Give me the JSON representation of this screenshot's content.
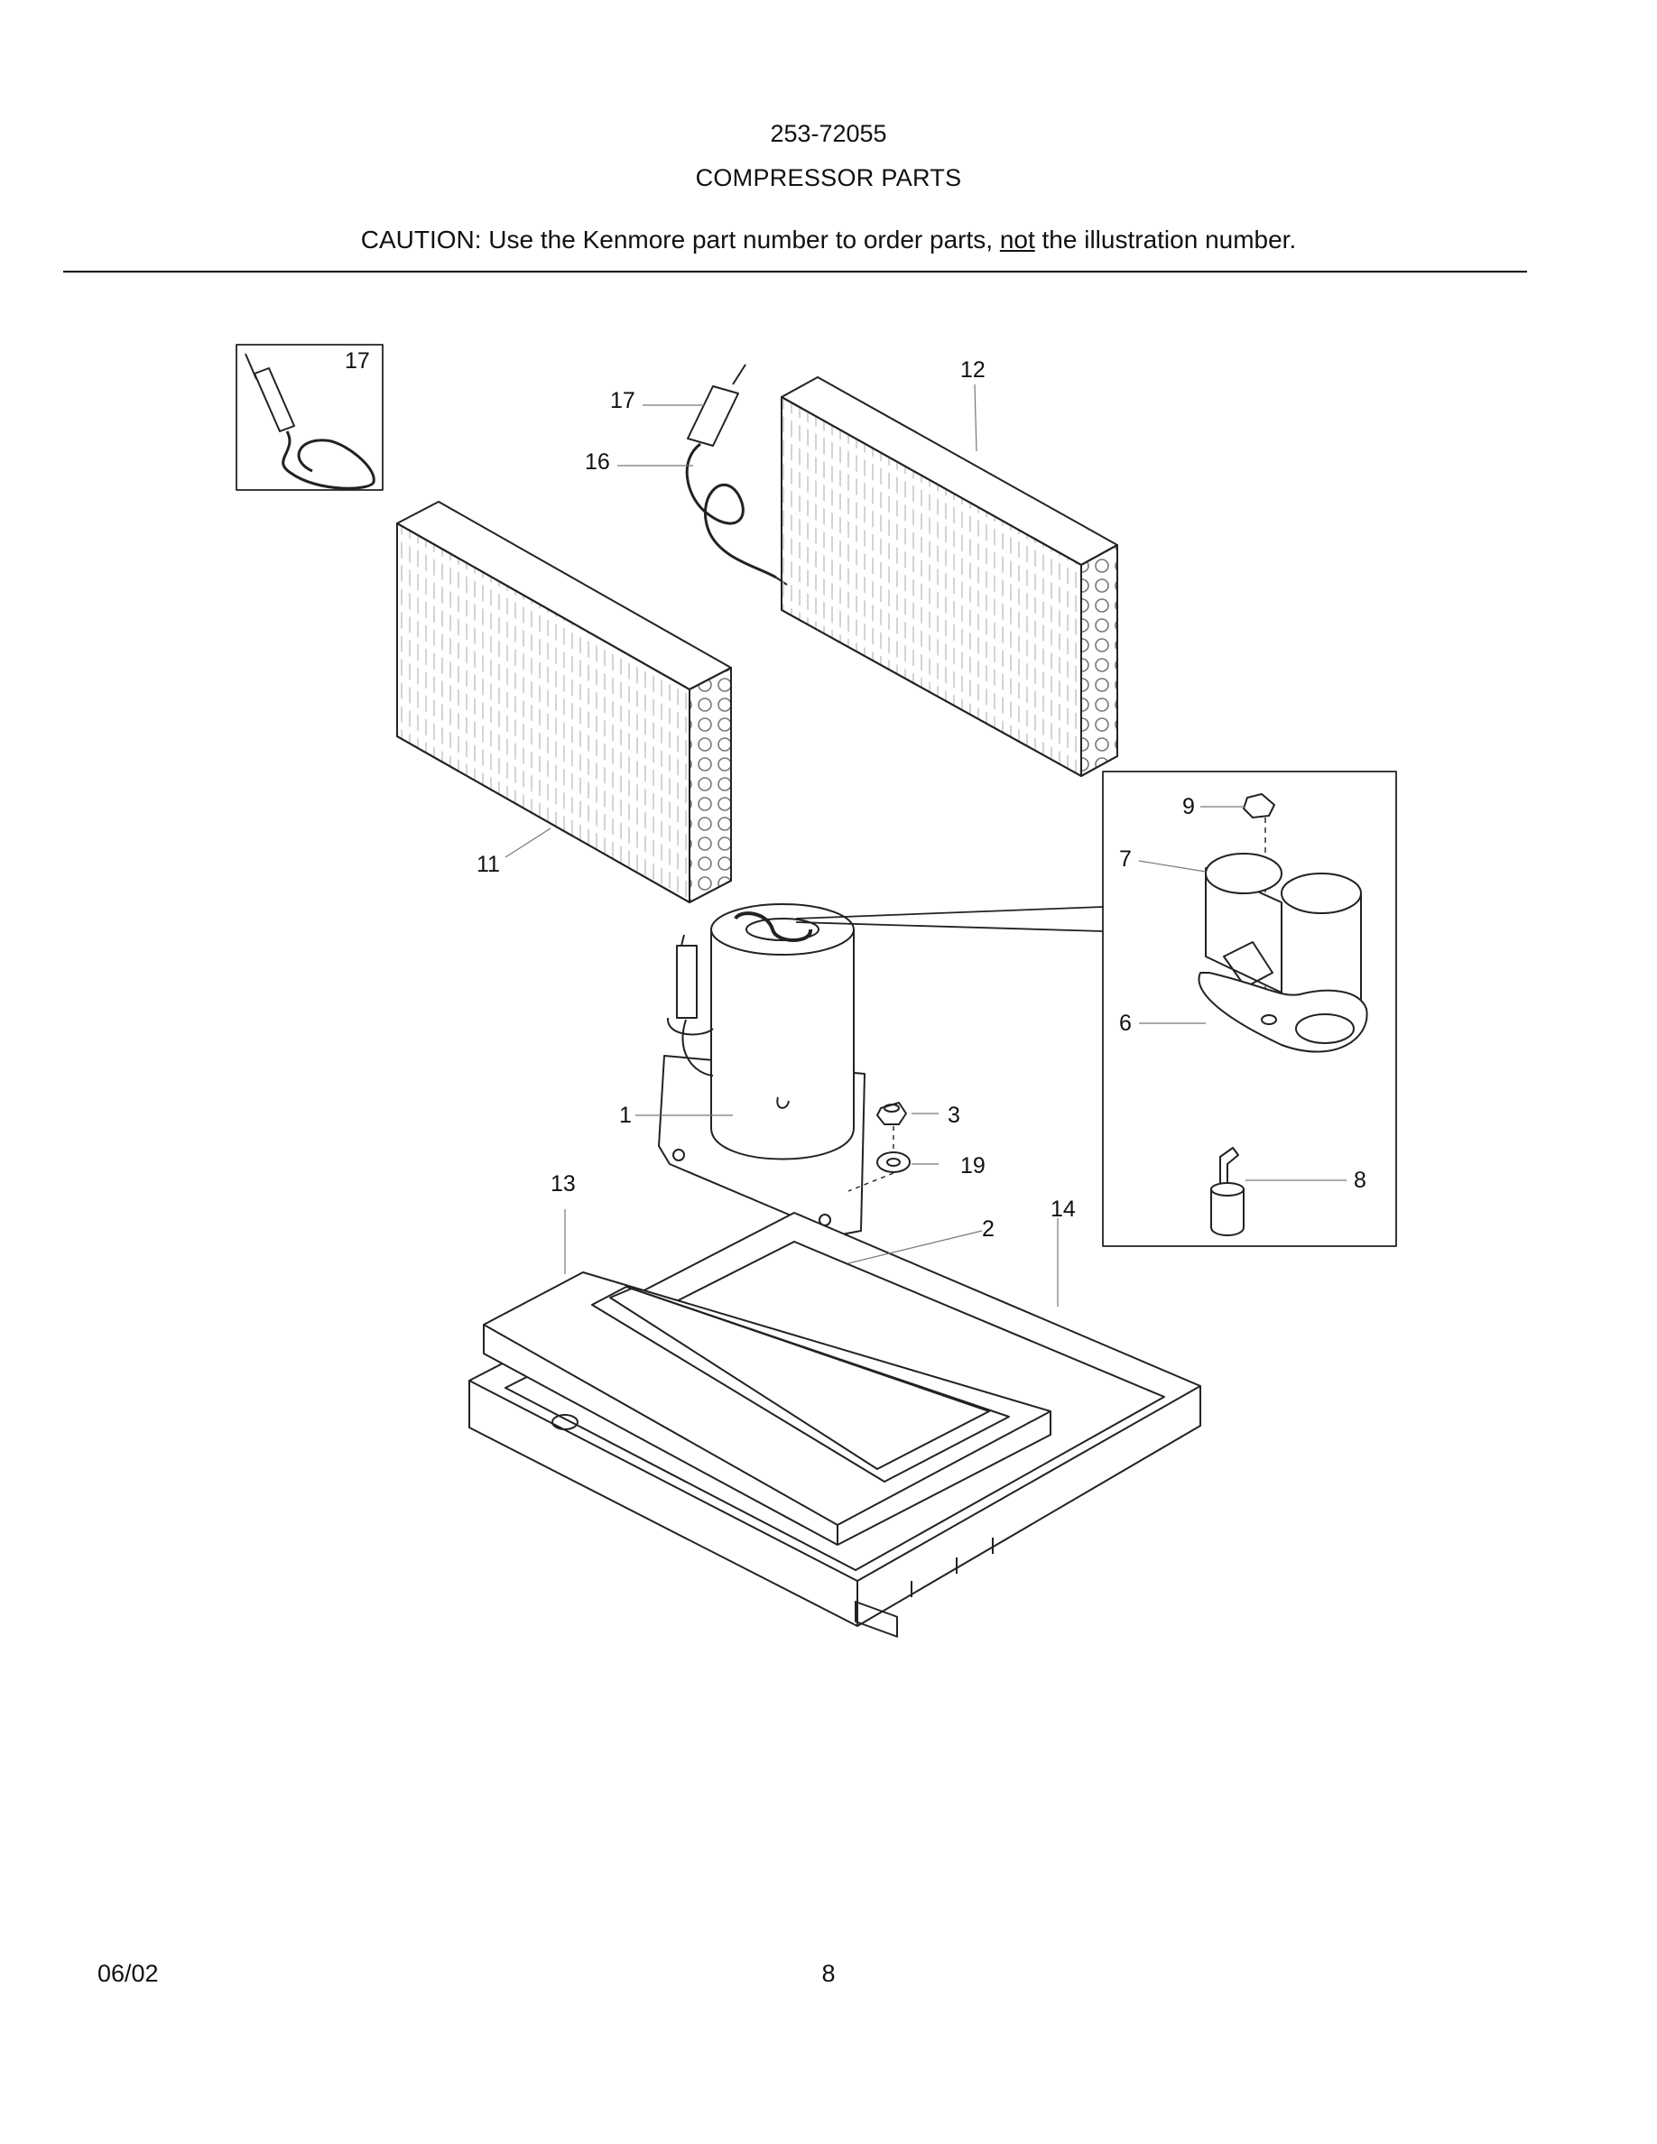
{
  "header": {
    "doc_number": "253-72055",
    "title": "COMPRESSOR PARTS",
    "caution_before": "CAUTION: Use the Kenmore part number to order parts, ",
    "caution_underlined": "not",
    "caution_after": " the illustration number."
  },
  "callouts": {
    "c1": "1",
    "c2": "2",
    "c3": "3",
    "c6": "6",
    "c7": "7",
    "c8": "8",
    "c9": "9",
    "c11": "11",
    "c12": "12",
    "c13": "13",
    "c14": "14",
    "c16": "16",
    "c17_inset": "17",
    "c17": "17",
    "c19": "19"
  },
  "footer": {
    "date": "06/02",
    "page": "8"
  }
}
